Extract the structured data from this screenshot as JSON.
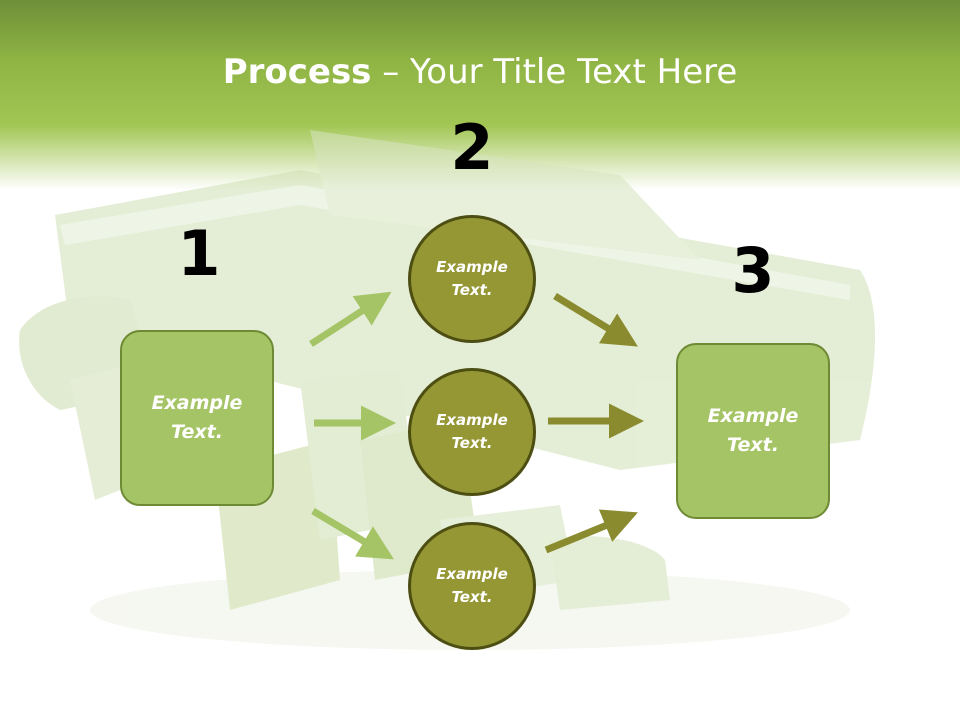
{
  "title": {
    "bold": "Process",
    "rest": " – Your Title Text Here"
  },
  "steps": {
    "one": "1",
    "two": "2",
    "three": "3"
  },
  "nodes": {
    "left_box": "Example Text.",
    "top_circle": "Example Text.",
    "middle_circle": "Example Text.",
    "bottom_circle": "Example Text.",
    "right_box": "Example Text."
  },
  "colors": {
    "header_green": "#8fb444",
    "box_fill": "#a5c466",
    "circle_fill": "#959634",
    "arrow_light": "#a5c466",
    "arrow_dark": "#8a8a2e"
  }
}
